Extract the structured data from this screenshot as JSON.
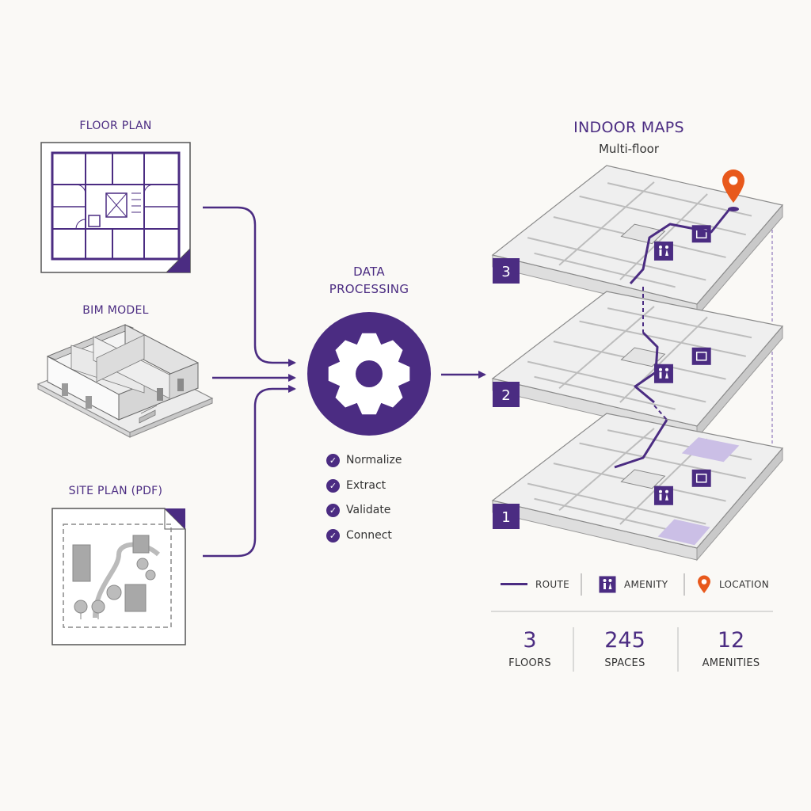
{
  "inputs": {
    "floor_plan": "FLOOR PLAN",
    "bim_model": "BIM MODEL",
    "site_plan": "SITE PLAN (PDF)"
  },
  "processing": {
    "title_line1": "DATA",
    "title_line2": "PROCESSING",
    "steps": [
      "Normalize",
      "Extract",
      "Validate",
      "Connect"
    ]
  },
  "output": {
    "title": "INDOOR MAPS",
    "subtitle": "Multi-floor",
    "floors": [
      "3",
      "2",
      "1"
    ]
  },
  "legend": {
    "route": "ROUTE",
    "amenity": "AMENITY",
    "location": "LOCATION"
  },
  "stats": [
    {
      "value": "3",
      "label": "FLOORS"
    },
    {
      "value": "245",
      "label": "SPACES"
    },
    {
      "value": "12",
      "label": "AMENITIES"
    }
  ],
  "colors": {
    "primary": "#4b2c82",
    "accent": "#e8591c",
    "background": "#faf9f6"
  }
}
